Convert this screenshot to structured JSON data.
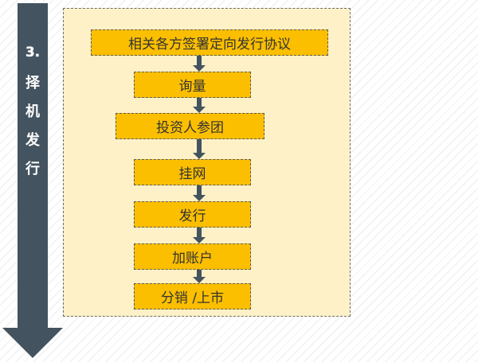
{
  "side_label": {
    "step_number": "3.",
    "chars": [
      "择",
      "机",
      "发",
      "行"
    ]
  },
  "steps": [
    "相关各方签署定向发行协议",
    "询量",
    "投资人参团",
    "挂网",
    "发行",
    "加账户",
    "分销 /上市"
  ],
  "colors": {
    "side_arrow": "#43535f",
    "panel_background": "#fef1c7",
    "step_fill": "#fbbf00",
    "connector": "#43535f"
  }
}
